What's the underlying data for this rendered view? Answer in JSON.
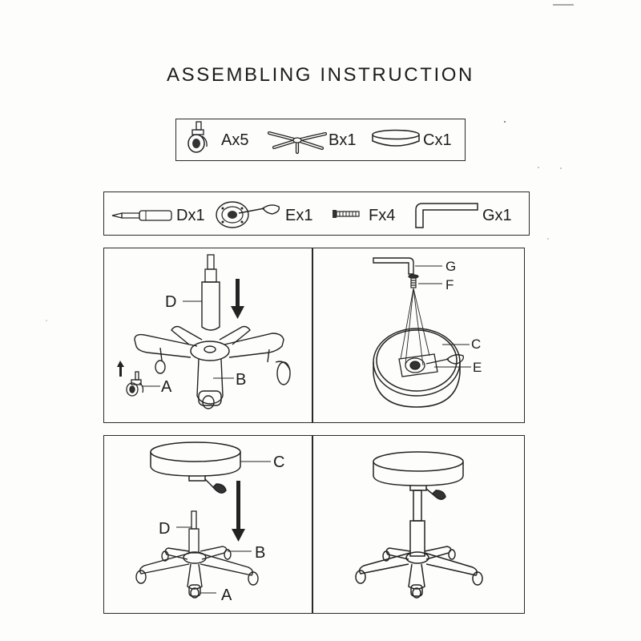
{
  "title": "ASSEMBLING INSTRUCTION",
  "parts_row_1": {
    "caster": "Ax5",
    "base": "Bx1",
    "seat": "Cx1"
  },
  "parts_row_2": {
    "gas_lift": "Dx1",
    "mechanism": "Ex1",
    "screws": "Fx4",
    "allen_key": "Gx1"
  },
  "step_1": {
    "gas_lift": "D",
    "caster": "A",
    "base": "B"
  },
  "step_2": {
    "allen_key": "G",
    "screw": "F",
    "seat": "C",
    "mechanism": "E"
  },
  "step_3": {
    "seat": "C",
    "gas_lift": "D",
    "base": "B",
    "caster": "A"
  },
  "step_4": {}
}
